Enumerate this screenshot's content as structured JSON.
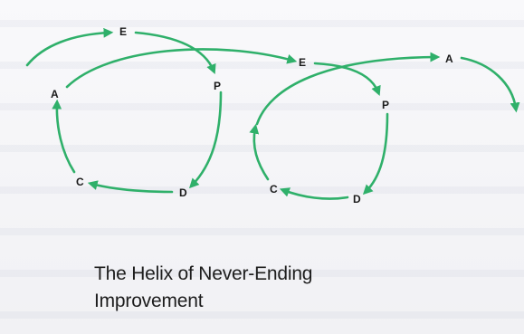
{
  "diagram": {
    "loop1": {
      "a": "A",
      "e": "E",
      "p": "P",
      "d": "D",
      "c": "C"
    },
    "loop2": {
      "e": "E",
      "p": "P",
      "d": "D",
      "c": "C"
    },
    "top_a": "A",
    "arrow_color": "#2fb06a"
  },
  "caption": {
    "line1": "The Helix of Never-Ending",
    "line2": "Improvement"
  }
}
